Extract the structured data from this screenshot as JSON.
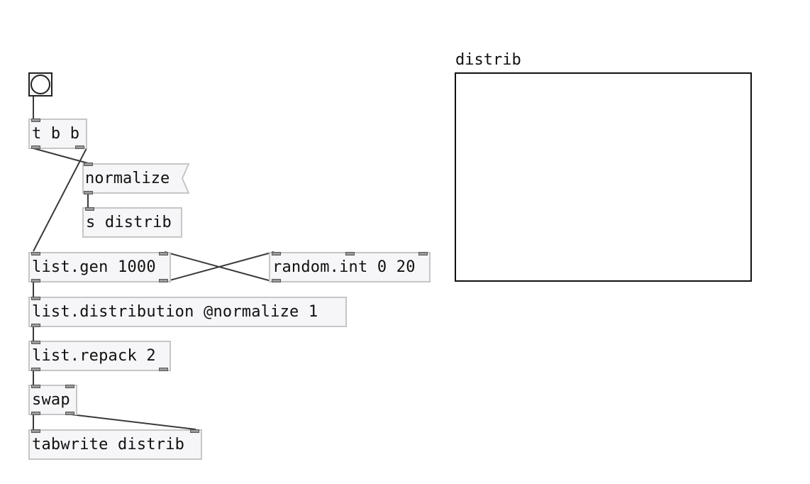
{
  "objects": {
    "trigger": "t b b",
    "normalize_msg": "normalize",
    "send": "s distrib",
    "list_gen": "list.gen 1000",
    "random_int": "random.int 0 20",
    "list_distribution": "list.distribution @normalize 1",
    "list_repack": "list.repack 2",
    "swap": "swap",
    "tabwrite": "tabwrite distrib"
  },
  "array": {
    "name": "distrib"
  },
  "colors": {
    "object_fill": "#f6f6f8",
    "object_border": "#c6c6c6",
    "wire": "#3a3a3a",
    "text": "#111111"
  }
}
